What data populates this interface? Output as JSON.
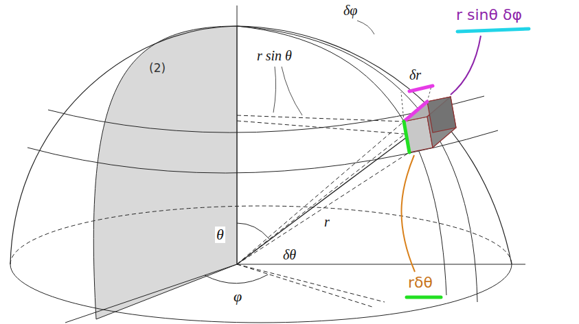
{
  "diagram": {
    "labels": [
      "(2)",
      "δφ",
      "r sin θ",
      "δr",
      "r sinθ δφ",
      "r",
      "θ",
      "δθ",
      "rδθ",
      "φ"
    ]
  }
}
